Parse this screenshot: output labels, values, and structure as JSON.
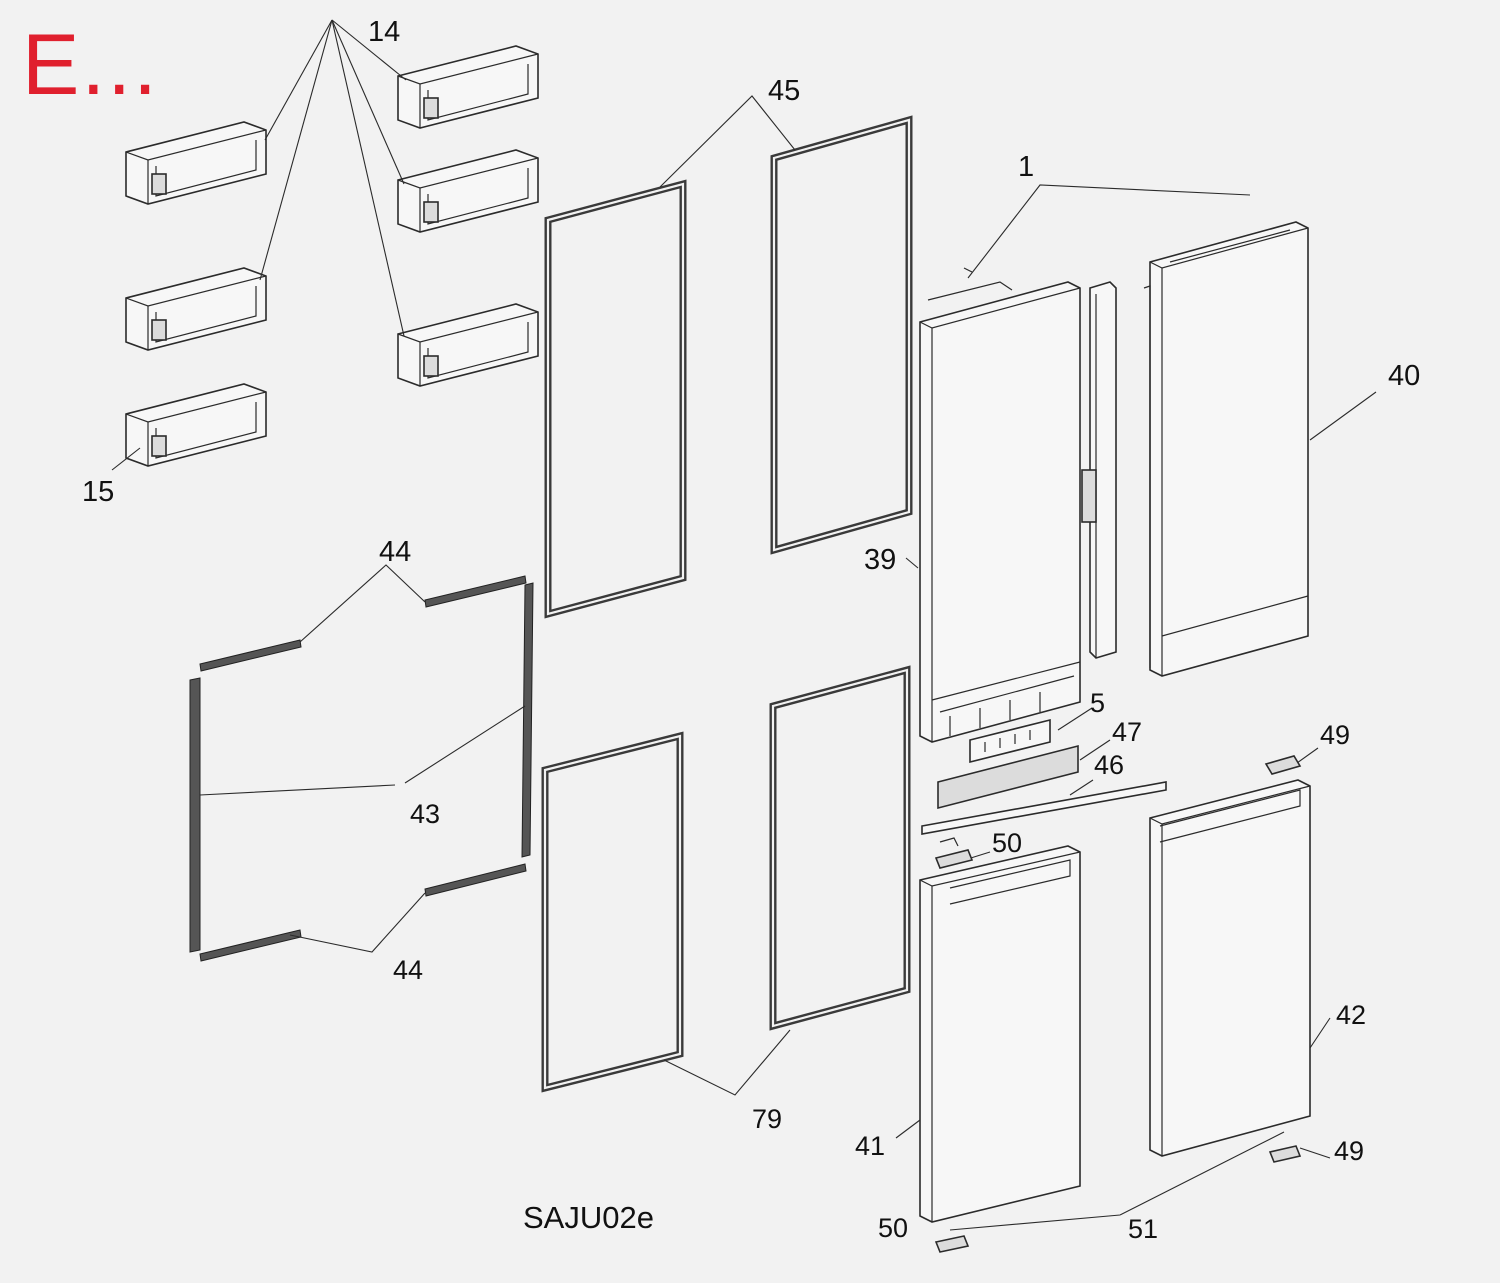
{
  "section_mark": "E...",
  "drawing_code": "SAJU02e",
  "colors": {
    "section_mark": "#e0202e",
    "background": "#f2f2f2",
    "line": "#2b2b2b"
  },
  "labels": {
    "p14": "14",
    "p45": "45",
    "p1": "1",
    "p40": "40",
    "p15": "15",
    "p39": "39",
    "p44_top": "44",
    "p5": "5",
    "p47": "47",
    "p49_top": "49",
    "p46": "46",
    "p43": "43",
    "p50_top": "50",
    "p44_bottom": "44",
    "p42": "42",
    "p79": "79",
    "p41": "41",
    "p49_bottom": "49",
    "p50_bottom": "50",
    "p51": "51"
  }
}
